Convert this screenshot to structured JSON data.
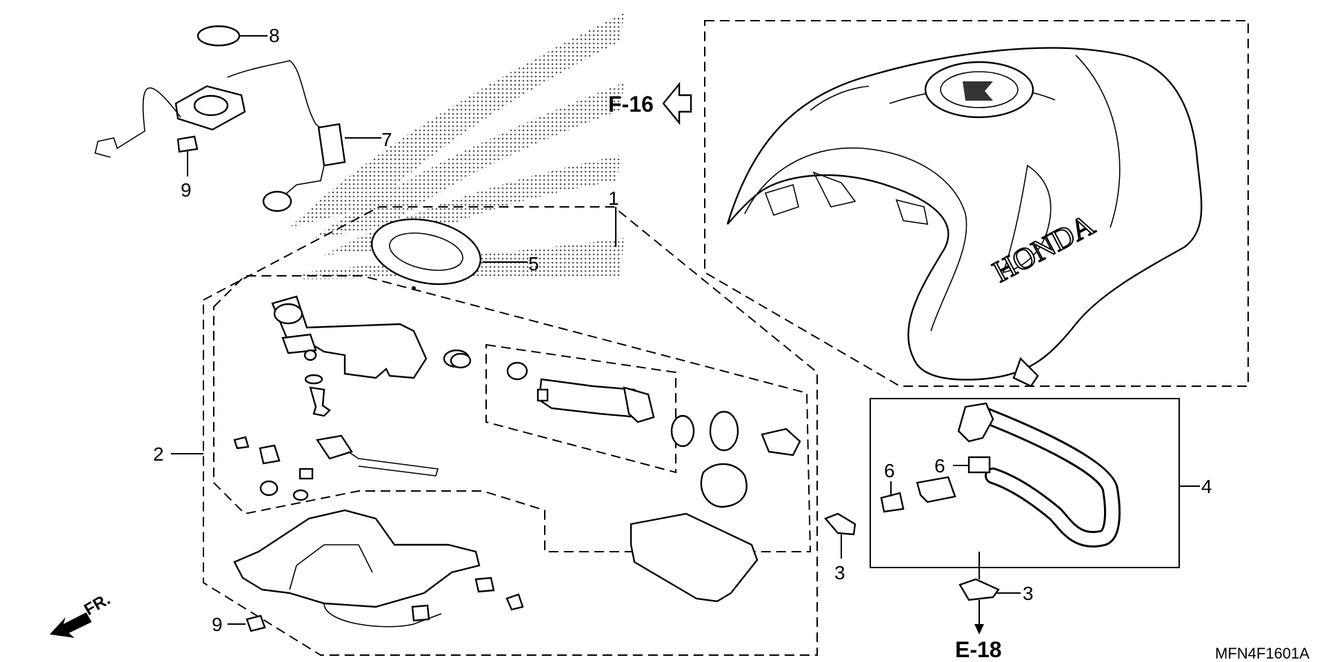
{
  "diagram": {
    "callouts": {
      "c1": "1",
      "c2": "2",
      "c3a": "3",
      "c3b": "3",
      "c4": "4",
      "c5": "5",
      "c6a": "6",
      "c6b": "6",
      "c7": "7",
      "c8": "8",
      "c9a": "9",
      "c9b": "9"
    },
    "refs": {
      "f16": "F-16",
      "e18": "E-18"
    },
    "direction": "FR.",
    "tank_brand": "HONDA",
    "diagram_code": "MFN4F1601A",
    "colors": {
      "ink": "#000000",
      "paper": "#ffffff"
    }
  }
}
